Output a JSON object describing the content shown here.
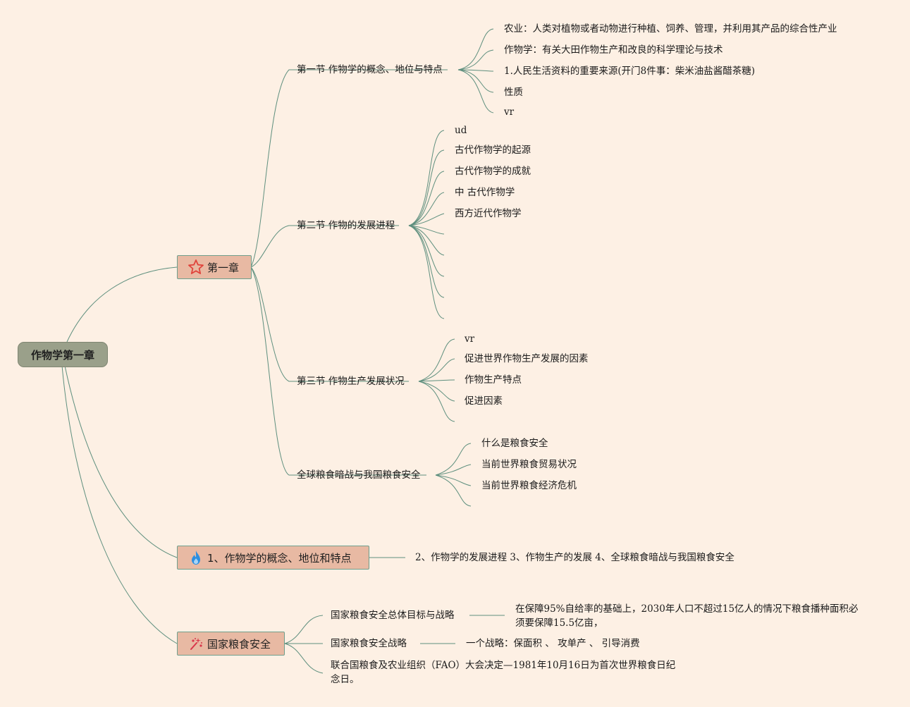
{
  "root": "作物学第一章",
  "branch1": {
    "label": "第一章",
    "icon": "star-icon",
    "sec1": {
      "label": "第一节 作物学的概念、地位与特点",
      "items": [
        "农业：人类对植物或者动物进行种植、饲养、管理，并利用其产品的综合性产业",
        "作物学：有关大田作物生产和改良的科学理论与技术",
        "1.人民生活资料的重要来源(开门8件事：柴米油盐酱醋茶糖)",
        "性质",
        "vr"
      ]
    },
    "sec2": {
      "label": "第二节 作物的发展进程",
      "items": [
        "ud",
        "古代作物学的起源",
        "古代作物学的成就",
        "中 古代作物学",
        "西方近代作物学"
      ]
    },
    "sec3": {
      "label": "第三节 作物生产发展状况",
      "items": [
        "vr",
        "促进世界作物生产发展的因素",
        "作物生产特点",
        "促进因素"
      ]
    },
    "sec4": {
      "label": "全球粮食暗战与我国粮食安全",
      "items": [
        "什么是粮食安全",
        "当前世界粮食贸易状况",
        "当前世界粮食经济危机"
      ]
    }
  },
  "branch2": {
    "label": "1、作物学的概念、地位和特点",
    "icon": "flame-icon",
    "child": "2、作物学的发展进程 3、作物生产的发展 4、全球粮食暗战与我国粮食安全"
  },
  "branch3": {
    "label": "国家粮食安全",
    "icon": "sparkle-icon",
    "c1": {
      "label": "国家粮食安全总体目标与战略",
      "detail": "在保障95%自给率的基础上，2030年人口不超过15亿人的情况下粮食播种面积必须要保障15.5亿亩，"
    },
    "c2": {
      "label": "国家粮食安全战略",
      "detail": "一个战略：保面积 、 攻单产 、 引导消费"
    },
    "c3": {
      "label": "联合国粮食及农业组织（FAO）大会决定—1981年10月16日为首次世界粮食日纪念日。"
    }
  },
  "colors": {
    "background": "#fdf0e4",
    "line": "#5e8f7e",
    "root_fill": "#9aa08a",
    "branch_fill": "#e8b9a3"
  }
}
